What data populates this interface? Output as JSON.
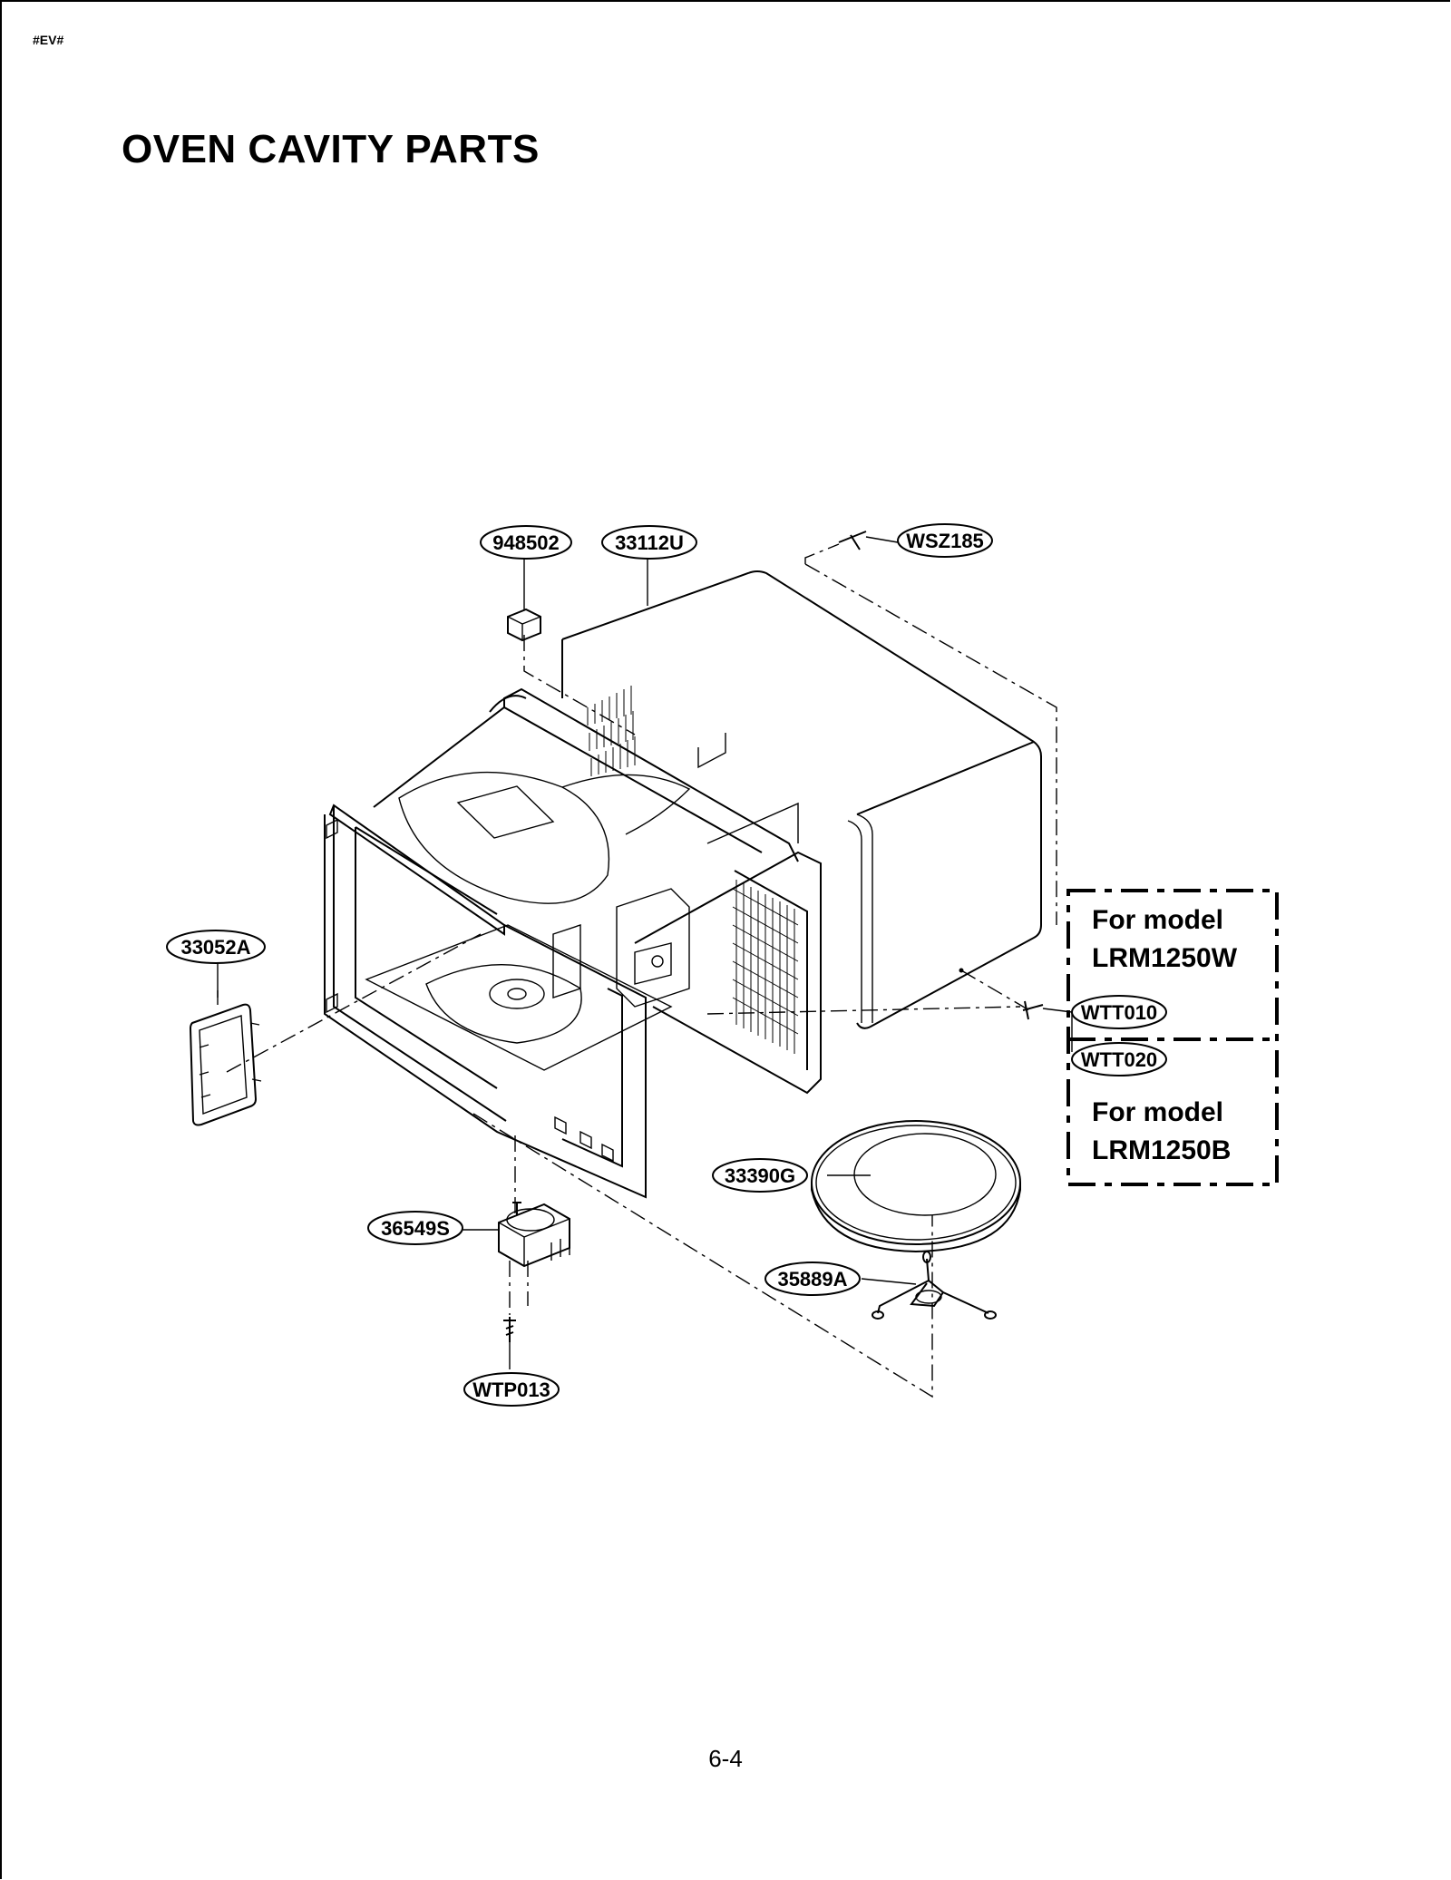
{
  "header": {
    "code_mark": "#EV#",
    "title": "OVEN CAVITY PARTS"
  },
  "callouts": {
    "p948502": "948502",
    "p33112U": "33112U",
    "pWSZ185": "WSZ185",
    "p33052A": "33052A",
    "pWTT010": "WTT010",
    "pWTT020": "WTT020",
    "p33390G": "33390G",
    "p36549S": "36549S",
    "p35889A": "35889A",
    "pWTP013": "WTP013"
  },
  "model_notes": {
    "top": {
      "line1": "For model",
      "line2": "LRM1250W"
    },
    "bottom": {
      "line1": "For model",
      "line2": "LRM1250B"
    }
  },
  "footer": {
    "page_number": "6-4"
  }
}
